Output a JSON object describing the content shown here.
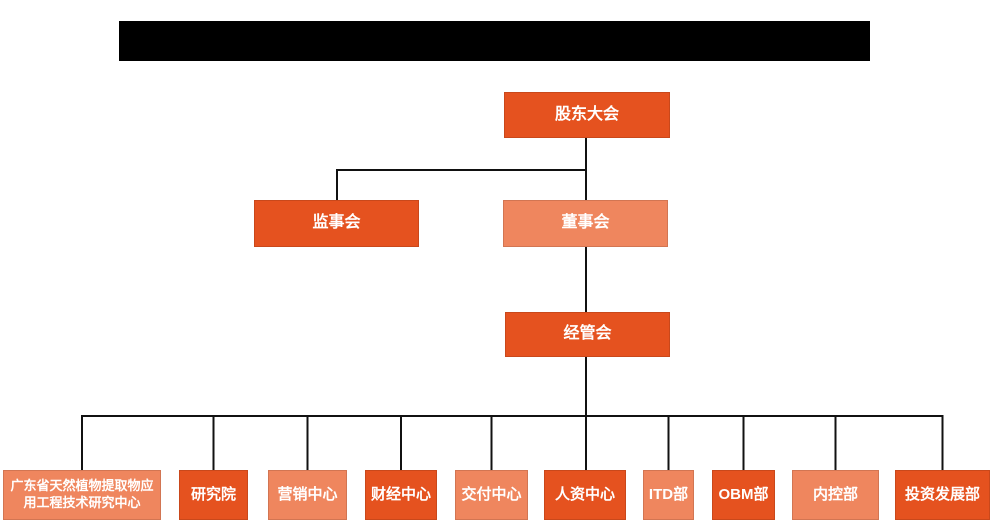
{
  "colors": {
    "primary_orange": "#E5521F",
    "secondary_orange": "#EF865E",
    "connector": "#111111",
    "box_text": "#FFFFFF",
    "redaction": "#000000"
  },
  "org_chart": {
    "root": {
      "label": "股东大会"
    },
    "supervisory_board": {
      "label": "监事会"
    },
    "board_of_directors": {
      "label": "董事会"
    },
    "management_committee": {
      "label": "经管会"
    },
    "departments": [
      {
        "label": "广东省天然植物提取物应用工程技术研究中心"
      },
      {
        "label": "研究院"
      },
      {
        "label": "营销中心"
      },
      {
        "label": "财经中心"
      },
      {
        "label": "交付中心"
      },
      {
        "label": "人资中心"
      },
      {
        "label": "ITD部"
      },
      {
        "label": "OBM部"
      },
      {
        "label": "内控部"
      },
      {
        "label": "投资发展部"
      }
    ]
  }
}
